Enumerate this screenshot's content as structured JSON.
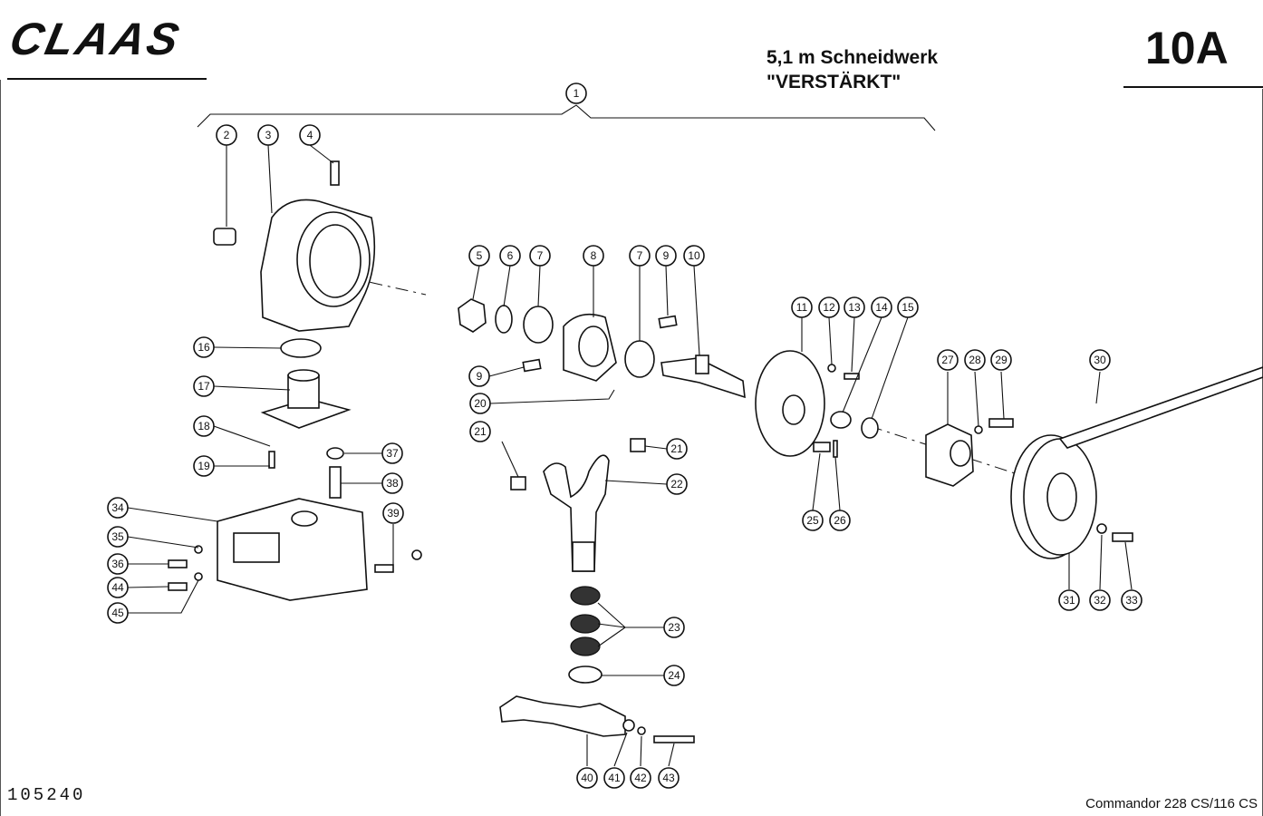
{
  "header": {
    "brand": "CLAAS",
    "title_line1": "5,1 m Schneidwerk",
    "title_line2": "\"VERSTÄRKT\"",
    "page_number": "10A"
  },
  "footer": {
    "document_number": "105240",
    "model": "Commandor  228 CS/116 CS"
  },
  "callouts": [
    {
      "id": "c1",
      "label": "1"
    },
    {
      "id": "c2",
      "label": "2"
    },
    {
      "id": "c3",
      "label": "3"
    },
    {
      "id": "c4",
      "label": "4"
    },
    {
      "id": "c5",
      "label": "5"
    },
    {
      "id": "c6",
      "label": "6"
    },
    {
      "id": "c7a",
      "label": "7"
    },
    {
      "id": "c8",
      "label": "8"
    },
    {
      "id": "c7b",
      "label": "7"
    },
    {
      "id": "c9a",
      "label": "9"
    },
    {
      "id": "c10",
      "label": "10"
    },
    {
      "id": "c9b",
      "label": "9"
    },
    {
      "id": "c11",
      "label": "11"
    },
    {
      "id": "c12",
      "label": "12"
    },
    {
      "id": "c13",
      "label": "13"
    },
    {
      "id": "c14",
      "label": "14"
    },
    {
      "id": "c15",
      "label": "15"
    },
    {
      "id": "c16",
      "label": "16"
    },
    {
      "id": "c17",
      "label": "17"
    },
    {
      "id": "c18",
      "label": "18"
    },
    {
      "id": "c19",
      "label": "19"
    },
    {
      "id": "c20",
      "label": "20"
    },
    {
      "id": "c21a",
      "label": "21"
    },
    {
      "id": "c21b",
      "label": "21"
    },
    {
      "id": "c22",
      "label": "22"
    },
    {
      "id": "c23",
      "label": "23"
    },
    {
      "id": "c24",
      "label": "24"
    },
    {
      "id": "c25",
      "label": "25"
    },
    {
      "id": "c26",
      "label": "26"
    },
    {
      "id": "c27",
      "label": "27"
    },
    {
      "id": "c28",
      "label": "28"
    },
    {
      "id": "c29",
      "label": "29"
    },
    {
      "id": "c30",
      "label": "30"
    },
    {
      "id": "c31",
      "label": "31"
    },
    {
      "id": "c32",
      "label": "32"
    },
    {
      "id": "c33",
      "label": "33"
    },
    {
      "id": "c34",
      "label": "34"
    },
    {
      "id": "c35",
      "label": "35"
    },
    {
      "id": "c36",
      "label": "36"
    },
    {
      "id": "c37",
      "label": "37"
    },
    {
      "id": "c38",
      "label": "38"
    },
    {
      "id": "c39",
      "label": "39"
    },
    {
      "id": "c40",
      "label": "40"
    },
    {
      "id": "c41",
      "label": "41"
    },
    {
      "id": "c42",
      "label": "42"
    },
    {
      "id": "c43",
      "label": "43"
    },
    {
      "id": "c44",
      "label": "44"
    },
    {
      "id": "c45",
      "label": "45"
    }
  ]
}
